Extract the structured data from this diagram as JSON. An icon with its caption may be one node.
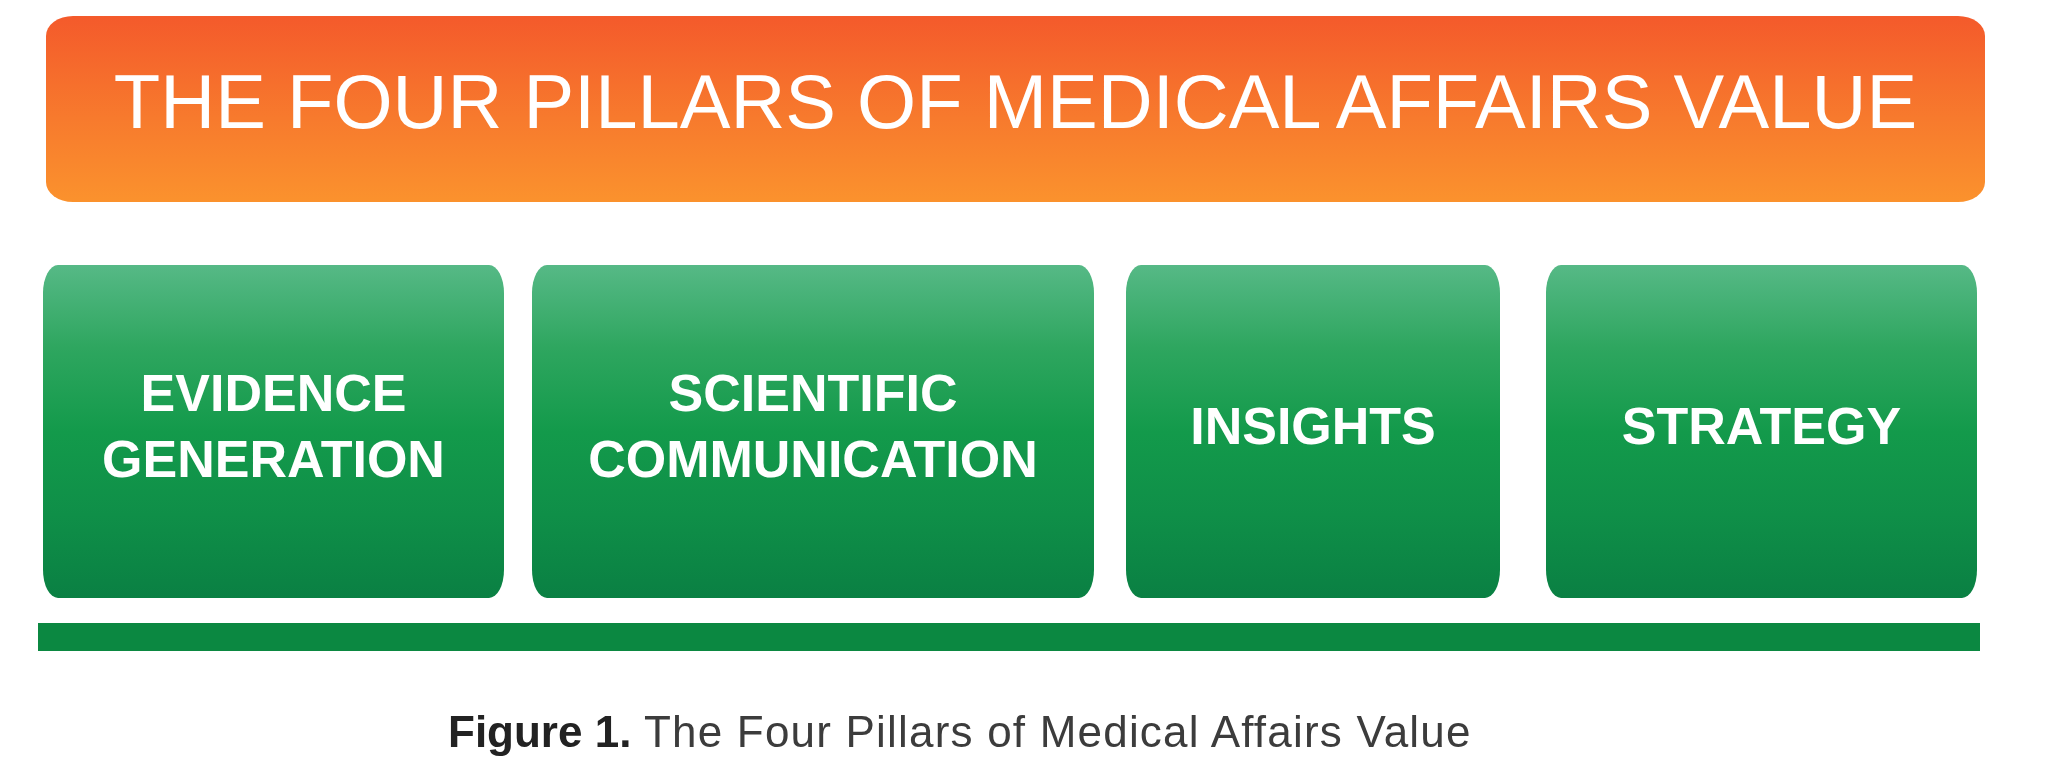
{
  "diagram": {
    "title": "THE FOUR PILLARS OF MEDICAL AFFAIRS VALUE",
    "nodes": [
      {
        "text": [
          "EVIDENCE GENERATION"
        ]
      },
      {
        "text": [
          "SCIENTIFIC COMMUNICATION"
        ]
      },
      {
        "text": [
          "INSIGHTS"
        ]
      },
      {
        "text": [
          "STRATEGY"
        ]
      },
      {
        "text": [],
        "shape": "bar"
      }
    ],
    "caption": "**Figure 1.** The Four Pillars of Medical Affairs Value"
  }
}
